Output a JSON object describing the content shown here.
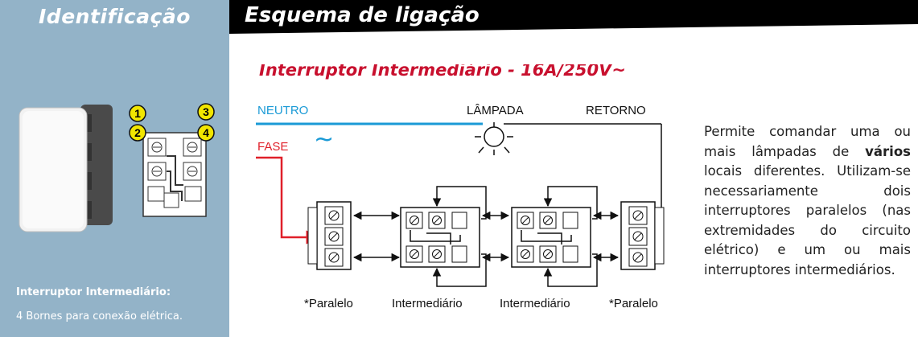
{
  "sidebar": {
    "title": "Identificação",
    "caption_title": "Interruptor Intermediário:",
    "caption_text": "4 Bornes para conexão elétrica.",
    "terminals": [
      "1",
      "2",
      "3",
      "4"
    ]
  },
  "header": {
    "title": "Esquema de ligação",
    "subtitle": "Interruptor Intermediário - 16A/250V~"
  },
  "diagram": {
    "neutro": "NEUTRO",
    "fase": "FASE",
    "lampada": "LÂMPADA",
    "retorno": "RETORNO",
    "ac_symbol": "~",
    "switch_labels": [
      "*Paralelo",
      "Intermediário",
      "Intermediário",
      "*Paralelo"
    ]
  },
  "description": {
    "before": "Permite comandar uma ou mais lâmpadas de ",
    "bold": "vários",
    "after": " locais diferentes. Utilizam-se necessariamente dois interruptores paralelos (nas extremidades do circuito elétrico) e um ou mais interruptores intermediários."
  },
  "colors": {
    "left_panel": "#93b3c8",
    "header": "#000000",
    "accent_red": "#c8102e",
    "neutro_line": "#1a9ad6",
    "fase_line": "#e0202a",
    "terminal_badge": "#f2e600"
  }
}
